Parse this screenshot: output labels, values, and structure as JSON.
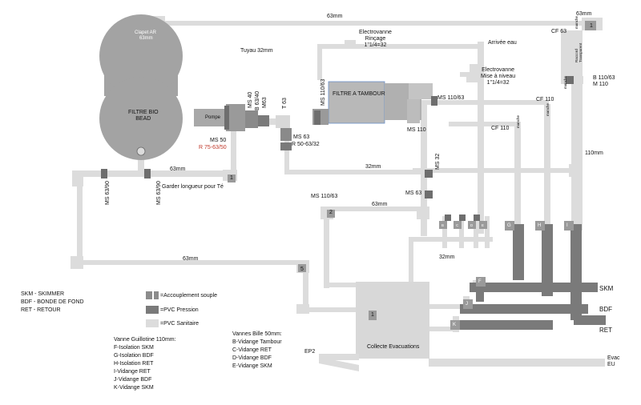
{
  "labels": {
    "pipe_63_top": "63mm",
    "cf63_top": "CF 63",
    "pipe_63_corner": "63mm",
    "clapet_line1": "Clapet AR",
    "clapet_line2": "63mm",
    "filtre_bio": "FILTRE BIO\nBEAD",
    "tuyau32": "Tuyau 32mm",
    "ev_rincage": "Electrovanne\nRinçage\n1\"1/4=32",
    "arrivee_eau": "Arrivée eau",
    "ev_niveau": "Electrovanne\nMise à niveau\n1\"1/4=32",
    "raccord_transp": "Raccord\nTransparent",
    "b110_63": "B 110/63\nM 110",
    "filtre_tambour": "FILTRE A TAMBOUR",
    "ms110_63_a": "MS 110/63",
    "ms110_63_b": "MS 110/63",
    "ms110": "MS 110",
    "cf110_a": "CF 110",
    "cf110_b": "CF 110",
    "pompe": "Pompe",
    "ms40": "MS 40",
    "b63_40": "B 63/40",
    "m63": "M63",
    "t63": "T 63",
    "ms50": "MS 50",
    "r75_63_50": "R 75-63/50",
    "ms63_a": "MS 63",
    "r50_63_32": "R 50-63/32",
    "pipe_110": "110mm",
    "pipe_32_a": "32mm",
    "ms32": "MS 32",
    "pipe_63_mid": "63mm",
    "garder": "Garder longueur pour Té",
    "ms63_90_a": "MS 63/90",
    "ms63_90_b": "MS 63/90",
    "ms110_63_c": "MS 110/63",
    "ms63_b": "MS 63",
    "pipe_63_c": "63mm",
    "pipe_63_d": "63mm",
    "pipe_32_b": "32mm",
    "skm": "SKM",
    "bdf": "BDF",
    "ret": "RET",
    "collecte": "Collecte Evacuations",
    "ep2": "EP2",
    "evac": "Evac\nEU",
    "n1a": "1",
    "n1b": "1",
    "n1c": "1",
    "n2": "2",
    "n5": "5",
    "vF": "F",
    "vG": "G",
    "vH": "H",
    "vI": "I",
    "vJ": "J",
    "vK": "K",
    "vB": "B",
    "vC": "C",
    "vD": "D",
    "vE": "E",
    "manch_a": "manche",
    "manch_b": "manche",
    "manch_c": "manche",
    "manch_d": "manche"
  },
  "abbreviations": [
    "SKM - SKIMMER",
    "BDF - BONDE DE FOND",
    "RET - RETOUR"
  ],
  "legend": {
    "souple": "=Accouplement souple",
    "pression": "=PVC Pression",
    "sanitaire": "=PVC Sanitaire"
  },
  "guillotine": {
    "title": "Vanne Guillotine 110mm:",
    "items": [
      "F-Isolation SKM",
      "G-Isolation BDF",
      "H-Isolation RET",
      "I-Vidange RET",
      "J-Vidange BDF",
      "K-Vidange SKM"
    ]
  },
  "bille": {
    "title": "Vannes Bille 50mm:",
    "items": [
      "B-Vidange Tambour",
      "C-Vidange RET",
      "D-Vidange BDF",
      "E-Vidange SKM"
    ]
  },
  "colors": {
    "sanitaire": "#dcdcdc",
    "pression": "#7a7a7a",
    "souple": "#8c8c8c",
    "filter": "#a3a3a3",
    "tank": "#d8d8d8",
    "tank_border": "#6a8fc9"
  }
}
